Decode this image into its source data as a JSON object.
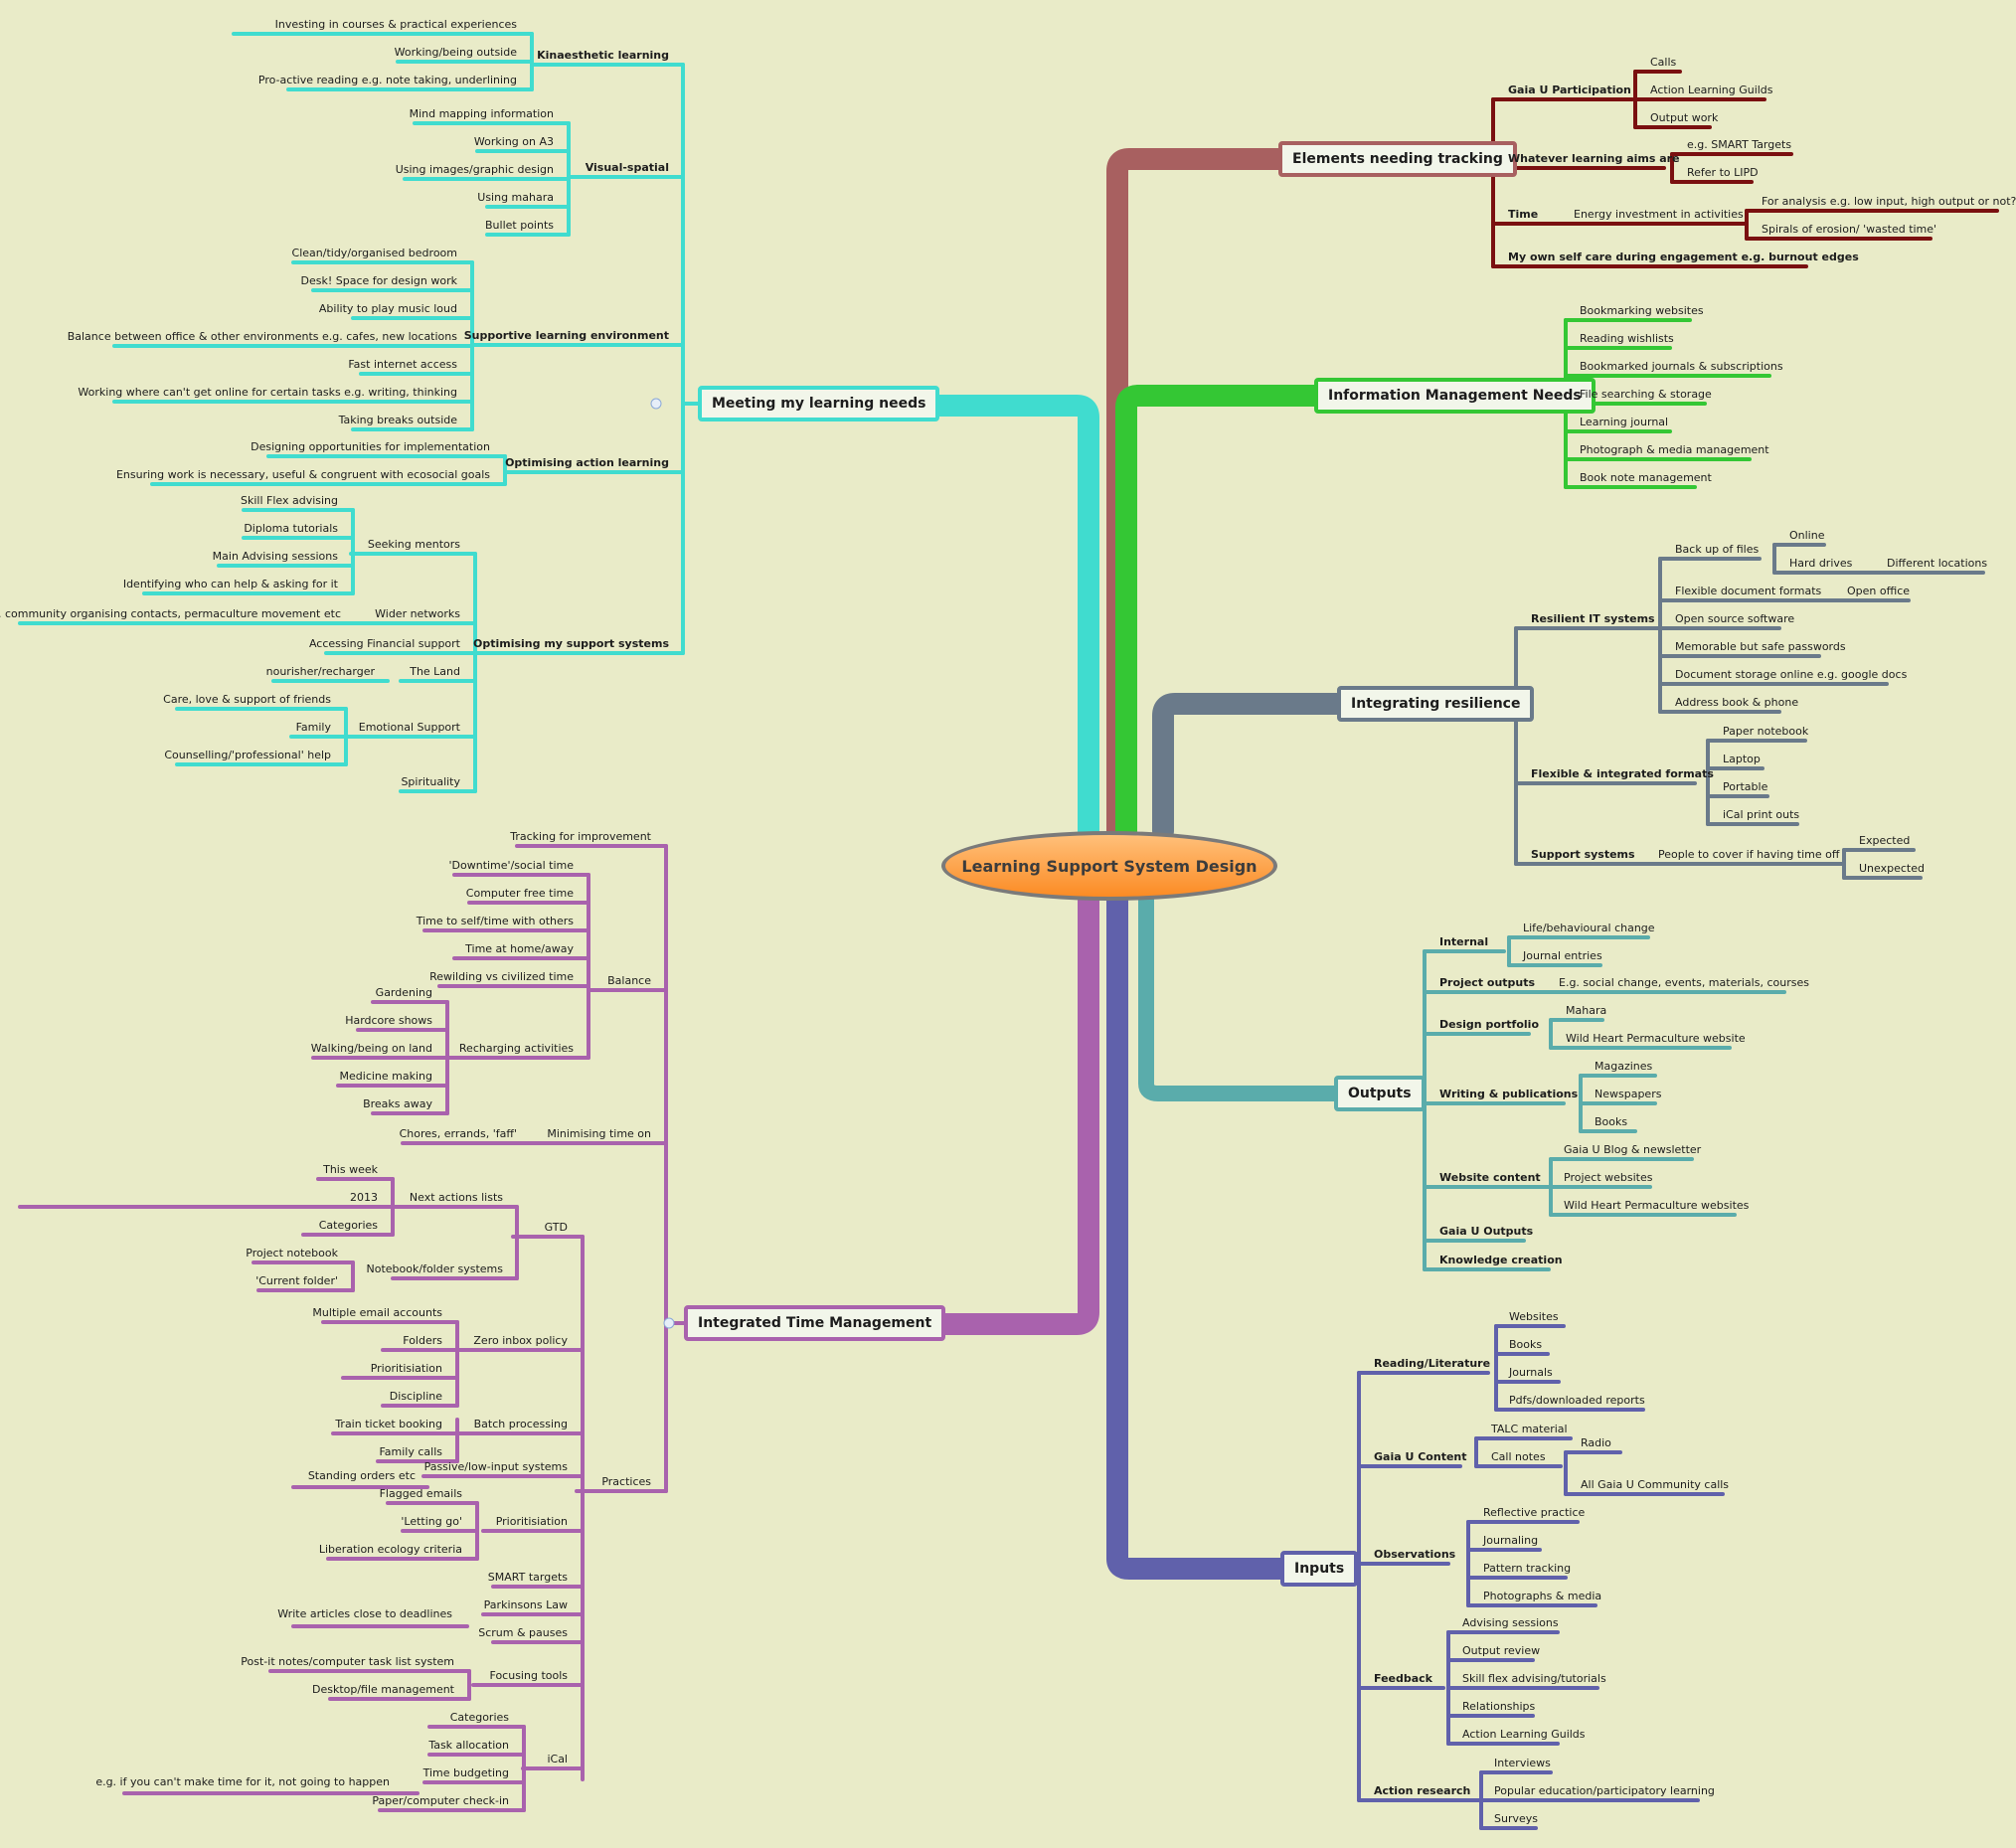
{
  "root": "Learning Support System Design",
  "colors": {
    "learning": "#40dccf",
    "time": "#a962ad",
    "tracking": "#a86060",
    "tracking_sub": "#7a1010",
    "info": "#34c734",
    "resilience": "#6a7a8a",
    "outputs": "#5aacab",
    "inputs": "#6061ab"
  },
  "branches": {
    "learning": {
      "label": "Meeting my learning needs",
      "children": [
        {
          "label": "Kinaesthetic learning",
          "children": [
            "Investing in courses & practical experiences",
            "Working/being outside",
            "Pro-active reading e.g. note taking, underlining"
          ]
        },
        {
          "label": "Visual-spatial",
          "children": [
            "Mind mapping information",
            "Working on A3",
            "Using images/graphic design",
            "Using mahara",
            "Bullet points"
          ]
        },
        {
          "label": "Supportive learning environment",
          "children": [
            "Clean/tidy/organised bedroom",
            "Desk! Space for design work",
            "Ability to play music loud",
            "Balance between office & other environments e.g. cafes, new locations",
            "Fast internet access",
            "Working where can't get online for certain tasks e.g. writing, thinking",
            "Taking breaks outside"
          ]
        },
        {
          "label": "Optimising action learning",
          "children": [
            "Designing opportunities for implementation",
            "Ensuring work is necessary, useful & congruent with ecosocial goals"
          ]
        },
        {
          "label": "Optimising my support systems",
          "children": [
            {
              "label": "Seeking mentors",
              "children": [
                "Skill Flex advising",
                "Diploma tutorials",
                "Main Advising sessions",
                "Identifying who can help & asking for it"
              ]
            },
            {
              "label": "Wider networks",
              "children": [
                "E.g. community organising contacts, permaculture movement etc"
              ]
            },
            {
              "label": "Accessing Financial support"
            },
            {
              "label": "The Land",
              "children": [
                "nourisher/recharger"
              ]
            },
            {
              "label": "Emotional Support",
              "children": [
                "Care, love & support of friends",
                "Family",
                "Counselling/'professional' help"
              ]
            },
            {
              "label": "Spirituality"
            }
          ]
        }
      ]
    },
    "time": {
      "label": "Integrated Time Management",
      "children": [
        {
          "label": "Tracking for improvement"
        },
        {
          "label": "Balance",
          "children": [
            "'Downtime'/social time",
            "Computer free time",
            "Time to self/time with others",
            "Time at home/away",
            "Rewilding vs civilized time",
            {
              "label": "Recharging activities",
              "children": [
                "Gardening",
                "Hardcore shows",
                "Walking/being on land",
                "Medicine making",
                "Breaks away"
              ]
            }
          ]
        },
        {
          "label": "Minimising time on",
          "children": [
            "Chores, errands, 'faff'"
          ]
        },
        {
          "label": "Practices",
          "children": [
            {
              "label": "GTD",
              "children": [
                {
                  "label": "Next actions lists",
                  "children": [
                    "This week",
                    "2013",
                    "Categories"
                  ]
                },
                {
                  "label": "Notebook/folder systems",
                  "children": [
                    "Project notebook",
                    "'Current folder'"
                  ]
                }
              ]
            },
            {
              "label": "Zero inbox policy",
              "children": [
                "Multiple email accounts",
                "Folders",
                "Prioritisiation",
                "Discipline"
              ]
            },
            {
              "label": "Batch processing",
              "children": [
                "Train ticket booking",
                "Family calls"
              ]
            },
            {
              "label": "Passive/low-input systems",
              "children": [
                "Standing orders etc"
              ]
            },
            {
              "label": "Prioritisiation",
              "children": [
                "Flagged emails",
                "'Letting go'",
                "Liberation ecology criteria"
              ]
            },
            {
              "label": "SMART targets"
            },
            {
              "label": "Parkinsons Law",
              "children": [
                "Write articles close to deadlines"
              ]
            },
            {
              "label": "Scrum & pauses"
            },
            {
              "label": "Focusing tools",
              "children": [
                "Post-it notes/computer task list system",
                "Desktop/file management"
              ]
            },
            {
              "label": "iCal",
              "children": [
                "Categories",
                "Task allocation",
                {
                  "label": "Time budgeting",
                  "children": [
                    "e.g. if you can't make time for it, not going to happen"
                  ]
                },
                "Paper/computer check-in"
              ]
            }
          ]
        }
      ]
    },
    "tracking": {
      "label": "Elements needing tracking",
      "children": [
        {
          "label": "Gaia U Participation",
          "children": [
            "Calls",
            "Action Learning Guilds",
            "Output work"
          ]
        },
        {
          "label": "Whatever learning aims are",
          "children": [
            "e.g. SMART Targets",
            "Refer to LIPD"
          ]
        },
        {
          "label": "Time",
          "children": [
            {
              "label": "Energy investment in activities",
              "children": [
                "For analysis e.g. low input, high output or not?",
                "Spirals of erosion/ 'wasted time'"
              ]
            }
          ]
        },
        {
          "label": "My own self care during engagement e.g. burnout edges"
        }
      ]
    },
    "info": {
      "label": "Information Management Needs",
      "children": [
        "Bookmarking websites",
        "Reading wishlists",
        "Bookmarked journals & subscriptions",
        "File searching & storage",
        "Learning journal",
        "Photograph & media management",
        "Book note management"
      ]
    },
    "resilience": {
      "label": "Integrating resilience",
      "children": [
        {
          "label": "Resilient IT systems",
          "children": [
            {
              "label": "Back up of files",
              "children": [
                "Online",
                {
                  "label": "Hard drives",
                  "children": [
                    "Different locations"
                  ]
                }
              ]
            },
            {
              "label": "Flexible document formats",
              "children": [
                "Open office"
              ]
            },
            "Open source software",
            "Memorable but safe passwords",
            "Document storage online e.g. google docs",
            "Address book & phone"
          ]
        },
        {
          "label": "Flexible & integrated formats",
          "children": [
            "Paper notebook",
            "Laptop",
            "Portable",
            "iCal print outs"
          ]
        },
        {
          "label": "Support systems",
          "children": [
            {
              "label": "People to cover if having time off",
              "children": [
                "Expected",
                "Unexpected"
              ]
            }
          ]
        }
      ]
    },
    "outputs": {
      "label": "Outputs",
      "children": [
        {
          "label": "Internal",
          "children": [
            "Life/behavioural change",
            "Journal entries"
          ]
        },
        {
          "label": "Project outputs",
          "children": [
            "E.g. social change, events, materials, courses"
          ]
        },
        {
          "label": "Design portfolio",
          "children": [
            "Mahara",
            "Wild Heart Permaculture website"
          ]
        },
        {
          "label": "Writing & publications",
          "children": [
            "Magazines",
            "Newspapers",
            "Books"
          ]
        },
        {
          "label": "Website content",
          "children": [
            "Gaia U Blog & newsletter",
            "Project websites",
            "Wild Heart Permaculture websites"
          ]
        },
        {
          "label": "Gaia U Outputs"
        },
        {
          "label": "Knowledge creation"
        }
      ]
    },
    "inputs": {
      "label": "Inputs",
      "children": [
        {
          "label": "Reading/Literature",
          "children": [
            "Websites",
            "Books",
            "Journals",
            "Pdfs/downloaded reports"
          ]
        },
        {
          "label": "Gaia U Content",
          "children": [
            "TALC material",
            {
              "label": "Call notes",
              "children": [
                "Radio",
                "All Gaia U Community calls"
              ]
            }
          ]
        },
        {
          "label": "Observations",
          "children": [
            "Reflective practice",
            "Journaling",
            "Pattern tracking",
            "Photographs & media"
          ]
        },
        {
          "label": "Feedback",
          "children": [
            "Advising sessions",
            "Output review",
            "Skill flex advising/tutorials",
            "Relationships",
            "Action Learning Guilds"
          ]
        },
        {
          "label": "Action research",
          "children": [
            "Interviews",
            "Popular education/participatory learning",
            "Surveys"
          ]
        }
      ]
    }
  }
}
